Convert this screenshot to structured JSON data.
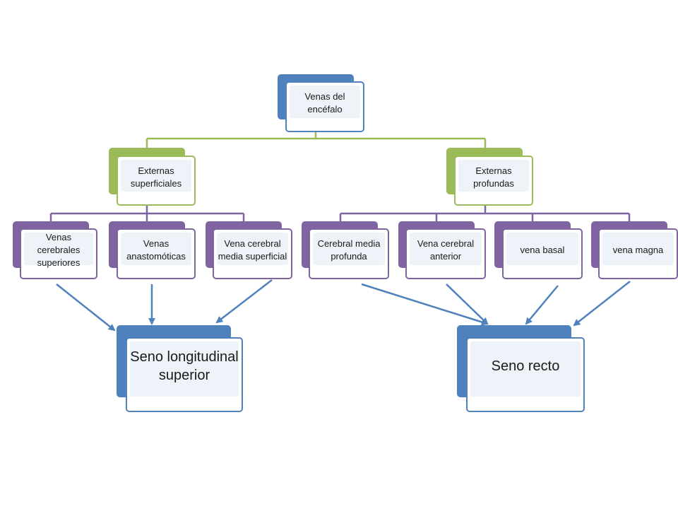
{
  "colors": {
    "blue": "#4f81bd",
    "green": "#9bbb59",
    "purple": "#8064a2"
  },
  "root": {
    "label": "Venas del encéfalo"
  },
  "groups": [
    {
      "label": "Externas superficiales"
    },
    {
      "label": "Externas profundas"
    }
  ],
  "superficial_items": [
    {
      "label": "Venas cerebrales superiores"
    },
    {
      "label": "Venas anastomóticas"
    },
    {
      "label": "Vena cerebral media superficial"
    }
  ],
  "deep_items": [
    {
      "label": "Cerebral media profunda"
    },
    {
      "label": "Vena cerebral anterior"
    },
    {
      "label": "vena basal"
    },
    {
      "label": "vena magna"
    }
  ],
  "targets": [
    {
      "label": "Seno longitudinal superior"
    },
    {
      "label": "Seno recto"
    }
  ]
}
